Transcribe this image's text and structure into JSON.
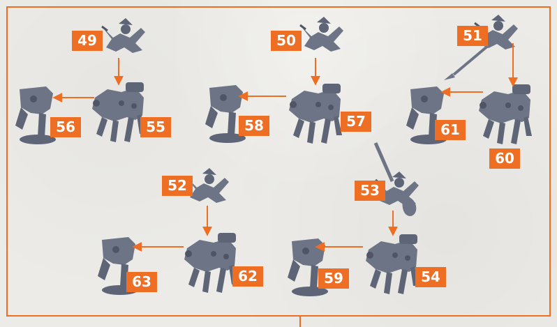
{
  "accent_color": "#ee6e24",
  "miniature_color": "#6d7486",
  "part_labels": {
    "p49": "49",
    "p50": "50",
    "p51": "51",
    "p52": "52",
    "p53": "53",
    "p54": "54",
    "p55": "55",
    "p56": "56",
    "p57": "57",
    "p58": "58",
    "p59": "59",
    "p60": "60",
    "p61": "61",
    "p62": "62",
    "p63": "63"
  }
}
